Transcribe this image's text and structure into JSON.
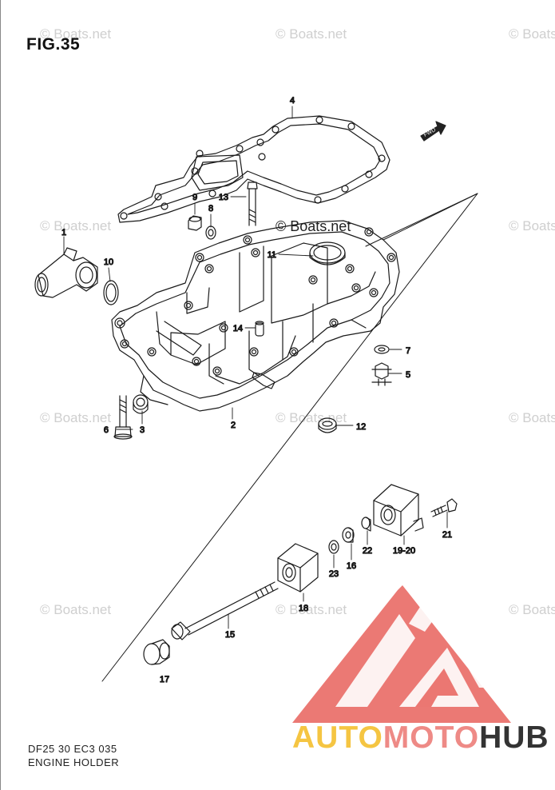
{
  "figure": {
    "title": "FIG.35",
    "code_line": "DF25 30 EC3 035",
    "name_line": "ENGINE HOLDER"
  },
  "watermark": {
    "text": "© Boats.net"
  },
  "direction_mark": "FWD",
  "brand": {
    "part1": "AUTO",
    "part2": "MOTO",
    "part3": "HUB",
    "colors": {
      "auto": "#f5c542",
      "moto": "#ee8a86",
      "hub": "#333333",
      "logo": "#e8615c"
    }
  },
  "parts": [
    {
      "label": "1"
    },
    {
      "label": "2"
    },
    {
      "label": "3"
    },
    {
      "label": "4"
    },
    {
      "label": "5"
    },
    {
      "label": "6"
    },
    {
      "label": "7"
    },
    {
      "label": "8"
    },
    {
      "label": "9"
    },
    {
      "label": "10"
    },
    {
      "label": "11"
    },
    {
      "label": "12"
    },
    {
      "label": "13"
    },
    {
      "label": "14"
    },
    {
      "label": "15"
    },
    {
      "label": "16"
    },
    {
      "label": "17"
    },
    {
      "label": "18"
    },
    {
      "label": "19-20"
    },
    {
      "label": "21"
    },
    {
      "label": "22"
    },
    {
      "label": "23"
    }
  ]
}
